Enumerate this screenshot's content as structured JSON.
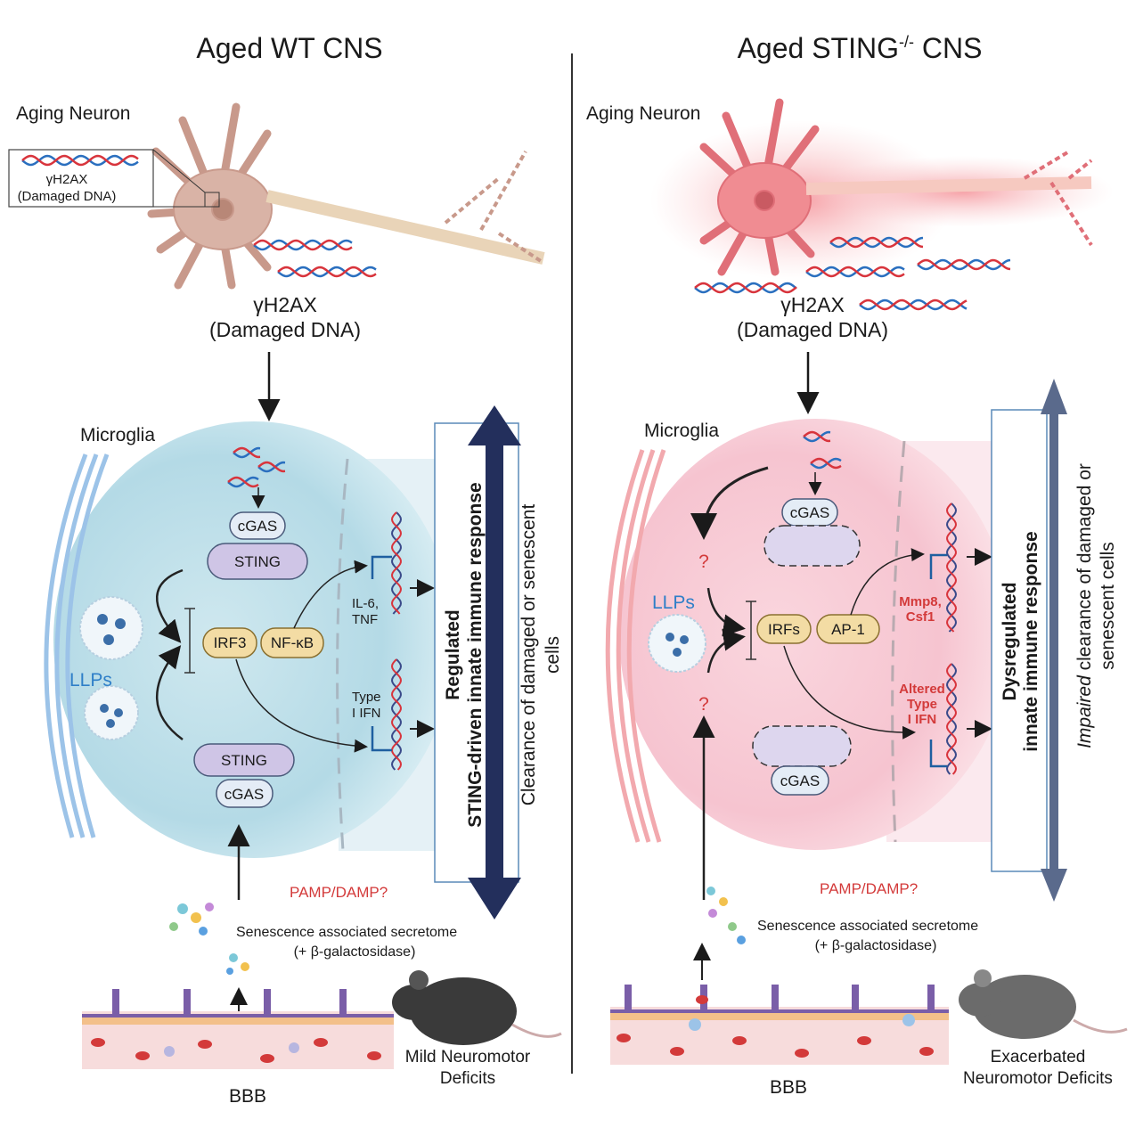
{
  "left": {
    "title": "Aged WT CNS",
    "aging_neuron": "Aging Neuron",
    "inset_line1": "γH2AX",
    "inset_line2": "(Damaged DNA)",
    "dna_line1": "γH2AX",
    "dna_line2": "(Damaged DNA)",
    "microglia": "Microglia",
    "cgas_top": "cGAS",
    "sting_top": "STING",
    "irf3": "IRF3",
    "nfkb": "NF-κB",
    "sting_bottom": "STING",
    "cgas_bottom": "cGAS",
    "llps": "LLPs",
    "il6_line1": "IL-6,",
    "il6_line2": "TNF",
    "ifn_line1": "Type",
    "ifn_line2": "I IFN",
    "response_line1": "Regulated",
    "response_line2": "STING-driven innate immune response",
    "clearance_line1": "Clearance of damaged or senescent",
    "clearance_line2": "cells",
    "pamp": "PAMP/DAMP?",
    "secretome_line1": "Senescence associated secretome",
    "secretome_line2": "(+ β-galactosidase)",
    "bbb": "BBB",
    "deficit_line1": "Mild Neuromotor",
    "deficit_line2": "Deficits",
    "colors": {
      "microglia": "#bfe0ea",
      "arrow": "#232f5c"
    }
  },
  "right": {
    "title_main": "Aged STING",
    "title_sup": "-/-",
    "title_end": " CNS",
    "aging_neuron": "Aging Neuron",
    "dna_line1": "γH2AX",
    "dna_line2": "(Damaged DNA)",
    "microglia": "Microglia",
    "cgas_top": "cGAS",
    "irfs": "IRFs",
    "ap1": "AP-1",
    "cgas_bottom": "cGAS",
    "question": "?",
    "llps": "LLPs",
    "mmp_line1": "Mmp8,",
    "mmp_line2": "Csf1",
    "ifn_line1": "Altered",
    "ifn_line2": "Type",
    "ifn_line3": "I IFN",
    "response_line1": "Dysregulated",
    "response_line2": "innate immune response",
    "clearance_italic": "Impaired",
    "clearance_line1_rest": " clearance of damaged or",
    "clearance_line2": "senescent cells",
    "pamp": "PAMP/DAMP?",
    "secretome_line1": "Senescence associated secretome",
    "secretome_line2": "(+ β-galactosidase)",
    "bbb": "BBB",
    "deficit_line1": "Exacerbated",
    "deficit_line2": "Neuromotor Deficits",
    "colors": {
      "microglia": "#f6c9d4",
      "arrow": "#5a6a8c"
    }
  }
}
